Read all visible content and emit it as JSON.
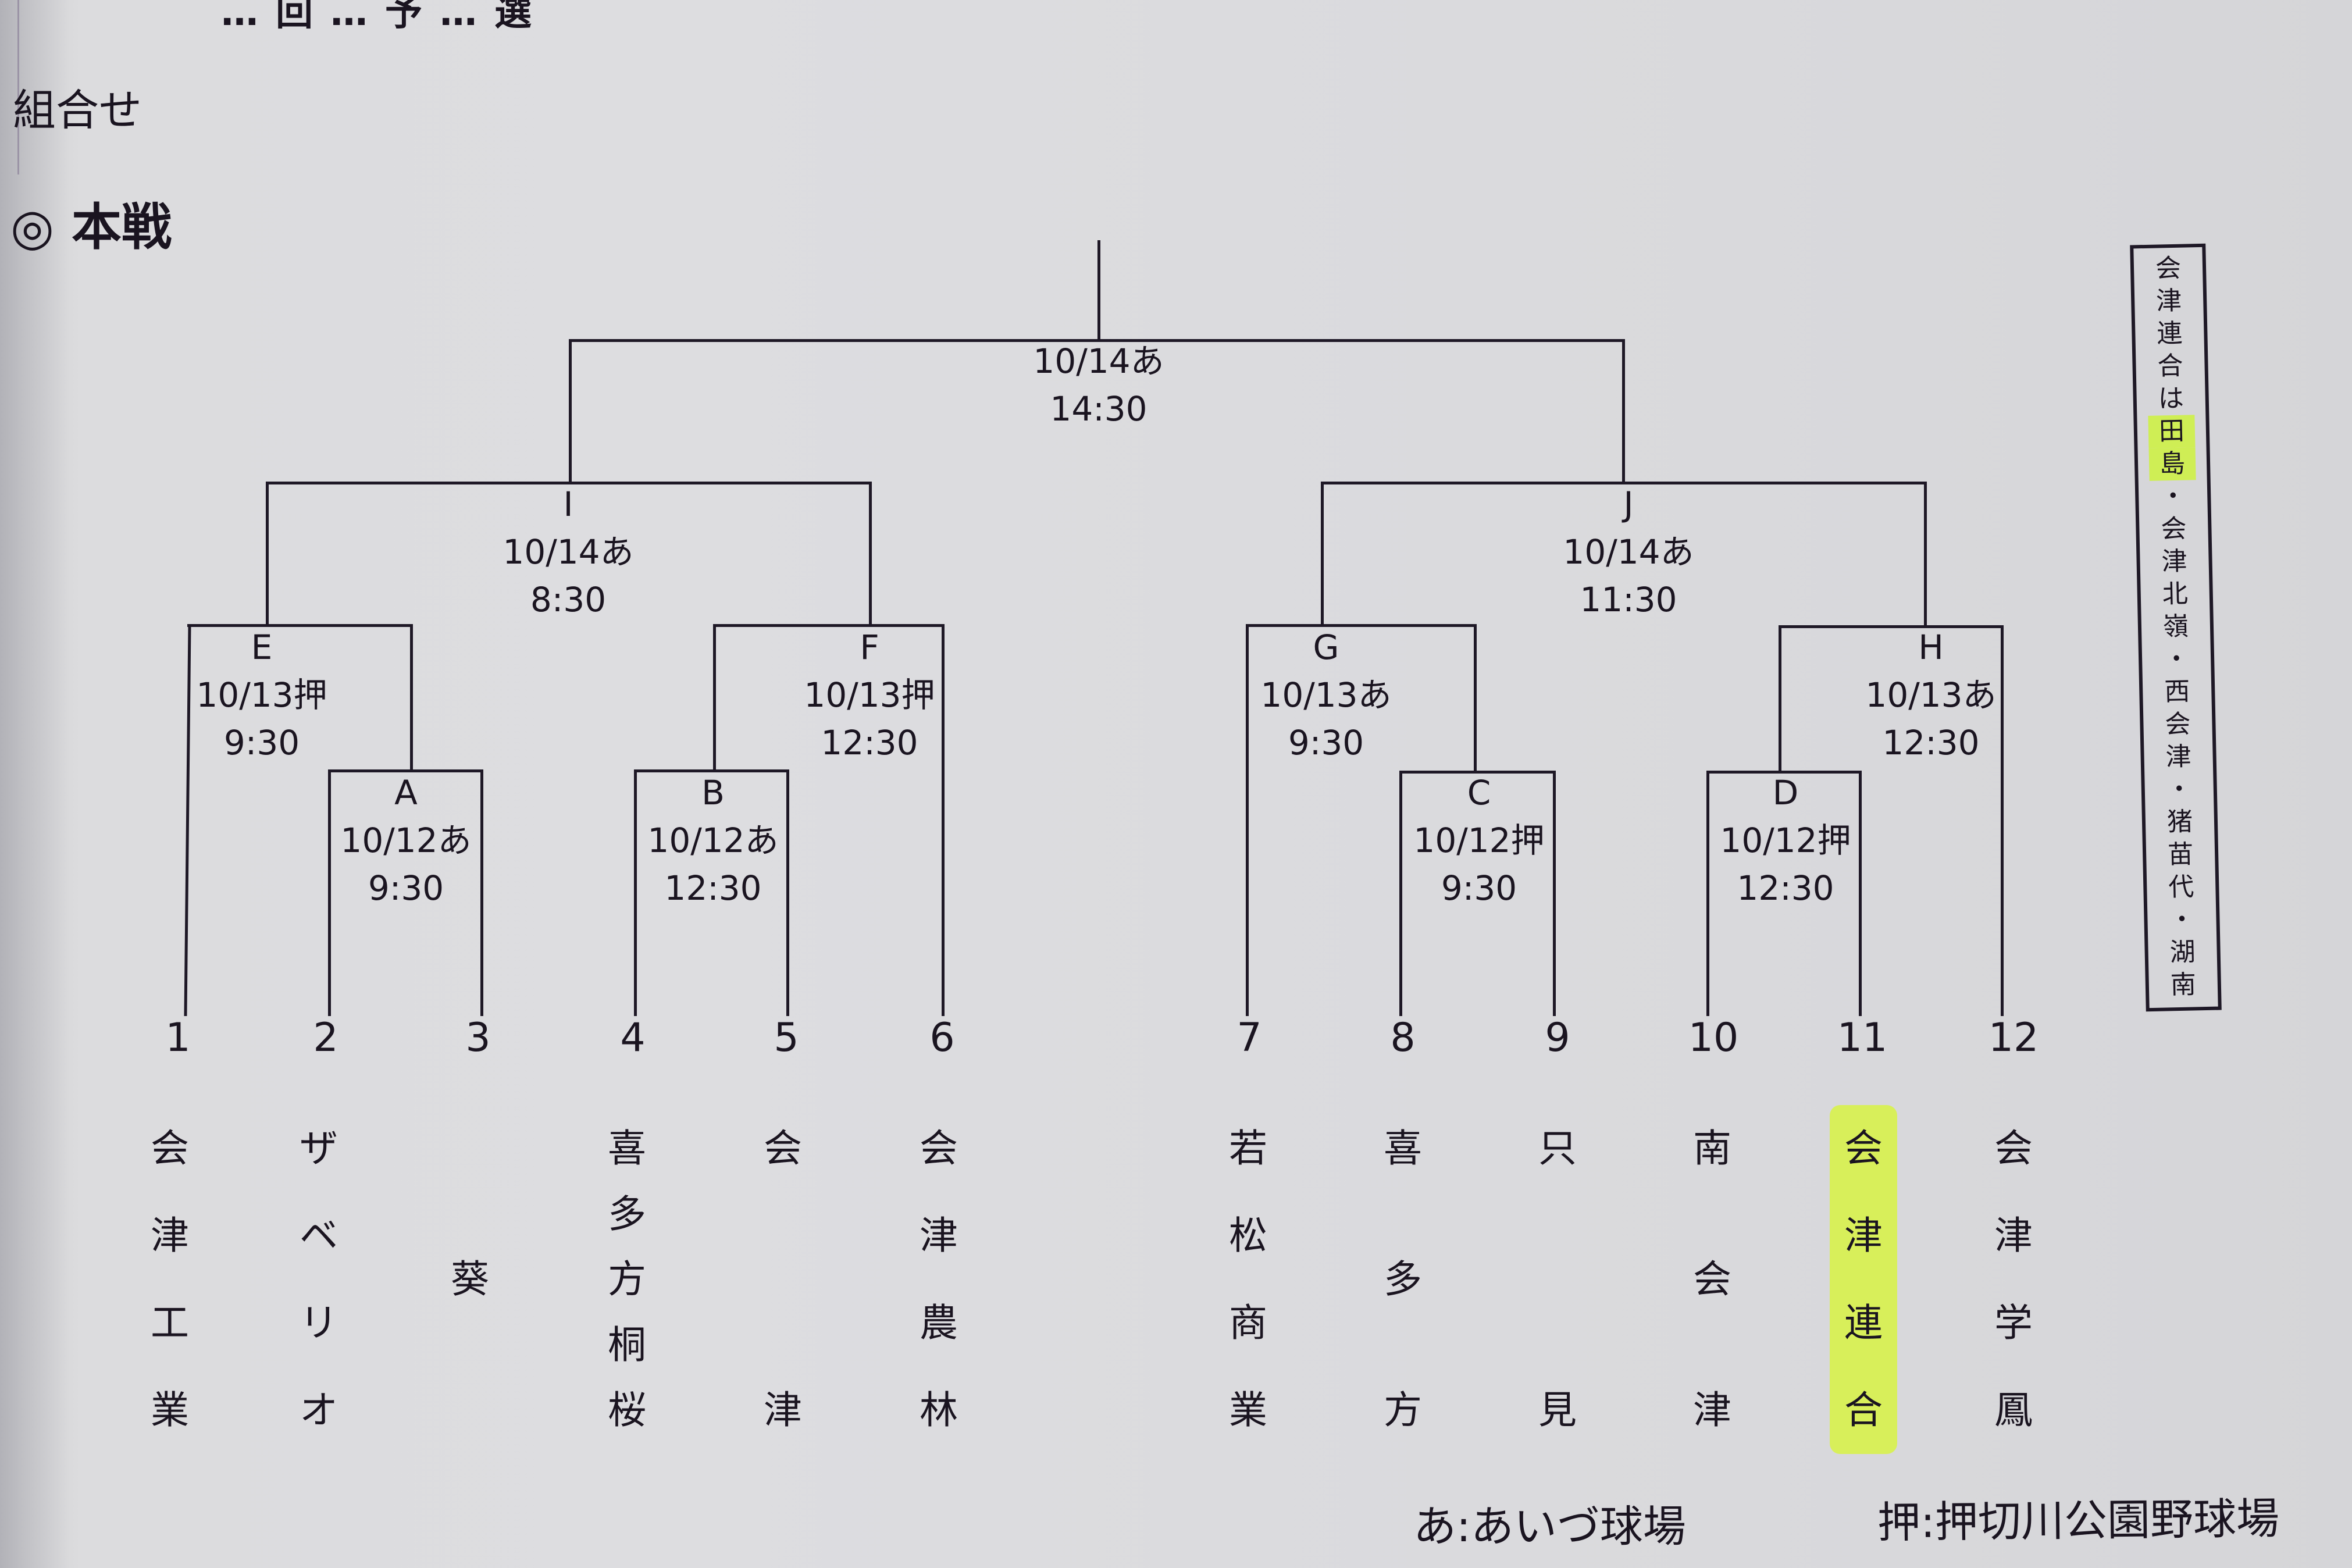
{
  "document": {
    "top_title_cropped": "…回…予…選",
    "heading": "組合せ",
    "section": "◎ 本戦"
  },
  "bracket": {
    "final": {
      "date": "10/14あ",
      "time": "14:30"
    },
    "semis": [
      {
        "id": "I",
        "date": "10/14あ",
        "time": "8:30"
      },
      {
        "id": "J",
        "date": "10/14あ",
        "time": "11:30"
      }
    ],
    "quarters": [
      {
        "id": "E",
        "date": "10/13押",
        "time": "9:30"
      },
      {
        "id": "F",
        "date": "10/13押",
        "time": "12:30"
      },
      {
        "id": "G",
        "date": "10/13あ",
        "time": "9:30"
      },
      {
        "id": "H",
        "date": "10/13あ",
        "time": "12:30"
      }
    ],
    "first_round": [
      {
        "id": "A",
        "date": "10/12あ",
        "time": "9:30"
      },
      {
        "id": "B",
        "date": "10/12あ",
        "time": "12:30"
      },
      {
        "id": "C",
        "date": "10/12押",
        "time": "9:30"
      },
      {
        "id": "D",
        "date": "10/12押",
        "time": "12:30"
      }
    ],
    "teams": [
      {
        "seed": "1",
        "name": [
          "会",
          "津",
          "工",
          "業"
        ]
      },
      {
        "seed": "2",
        "name": [
          "ザ",
          "ベ",
          "リ",
          "オ"
        ]
      },
      {
        "seed": "3",
        "name": [
          "葵"
        ]
      },
      {
        "seed": "4",
        "name": [
          "喜",
          "多",
          "方",
          "桐",
          "桜"
        ]
      },
      {
        "seed": "5",
        "name": [
          "会",
          "津"
        ]
      },
      {
        "seed": "6",
        "name": [
          "会",
          "津",
          "農",
          "林"
        ]
      },
      {
        "seed": "7",
        "name": [
          "若",
          "松",
          "商",
          "業"
        ]
      },
      {
        "seed": "8",
        "name": [
          "喜",
          "多",
          "方"
        ]
      },
      {
        "seed": "9",
        "name": [
          "只",
          "見"
        ]
      },
      {
        "seed": "10",
        "name": [
          "南",
          "会",
          "津"
        ]
      },
      {
        "seed": "11",
        "name": [
          "会",
          "津",
          "連",
          "合"
        ],
        "highlighted": true
      },
      {
        "seed": "12",
        "name": [
          "会",
          "津",
          "学",
          "鳳"
        ]
      }
    ]
  },
  "note": {
    "chars": [
      "会",
      "津",
      "連",
      "合",
      "は",
      "田",
      "島",
      "・",
      "会",
      "津",
      "北",
      "嶺",
      "・",
      "西",
      "会",
      "津",
      "・",
      "猪",
      "苗",
      "代",
      "・",
      "湖",
      "南"
    ],
    "highlighted_indices": [
      5,
      6
    ],
    "text": "会津連合は田島・会津北嶺・西会津・猪苗代・湖南"
  },
  "legend": {
    "a": "あ:あいづ球場",
    "o": "押:押切川公園野球場"
  },
  "colors": {
    "paper": "#dcdcde",
    "ink": "#1e1826",
    "highlighter": "#d8ef5a"
  }
}
